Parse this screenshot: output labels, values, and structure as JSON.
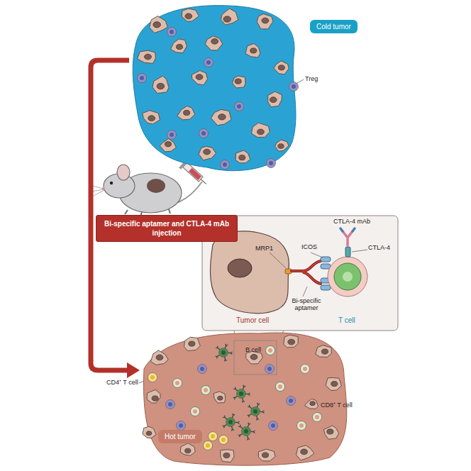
{
  "diagram": {
    "nodes": [
      {
        "text": [
          "Cold tumor"
        ]
      },
      {
        "text": [
          "Bi-specific aptamer and CTLA-4 mAb injection"
        ]
      },
      {
        "text": [
          "Hot tumor"
        ]
      }
    ],
    "edges": [
      {
        "from": 0,
        "to": 2,
        "arrow": "to"
      }
    ],
    "labels": [
      "Treg",
      "MRP1",
      "ICOS",
      "CTLA-4 mAb",
      "CTLA-4",
      "Tumor cell",
      "Bi-specific aptamer",
      "T cell",
      "B cell",
      "CD4⁺ T cell",
      "CD8⁺ T cell"
    ]
  }
}
